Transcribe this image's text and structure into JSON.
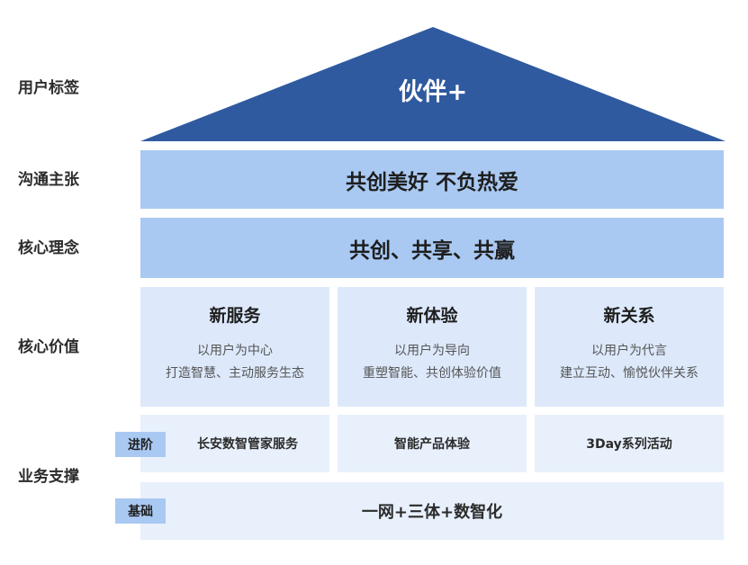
{
  "side_labels": {
    "user_tag": "用户标签",
    "communication": "沟通主张",
    "concept": "核心理念",
    "value": "核心价值",
    "support": "业务支撑"
  },
  "roof": {
    "title": "伙伴+"
  },
  "slogan": "共创美好 不负热爱",
  "concept": "共创、共享、共赢",
  "values": [
    {
      "title": "新服务",
      "line1": "以用户为中心",
      "line2": "打造智慧、主动服务生态"
    },
    {
      "title": "新体验",
      "line1": "以用户为导向",
      "line2": "重塑智能、共创体验价值"
    },
    {
      "title": "新关系",
      "line1": "以用户为代言",
      "line2": "建立互动、愉悦伙伴关系"
    }
  ],
  "support": {
    "advanced_tag": "进阶",
    "advanced_items": [
      "长安数智管家服务",
      "智能产品体验",
      "3Day系列活动"
    ],
    "basic_tag": "基础",
    "basic_item": "一网+三体+数智化"
  },
  "colors": {
    "roof": "#2f5aa0",
    "band": "#a9c9f2",
    "value_box": "#dde9fb",
    "support_box": "#e8f0fc"
  }
}
